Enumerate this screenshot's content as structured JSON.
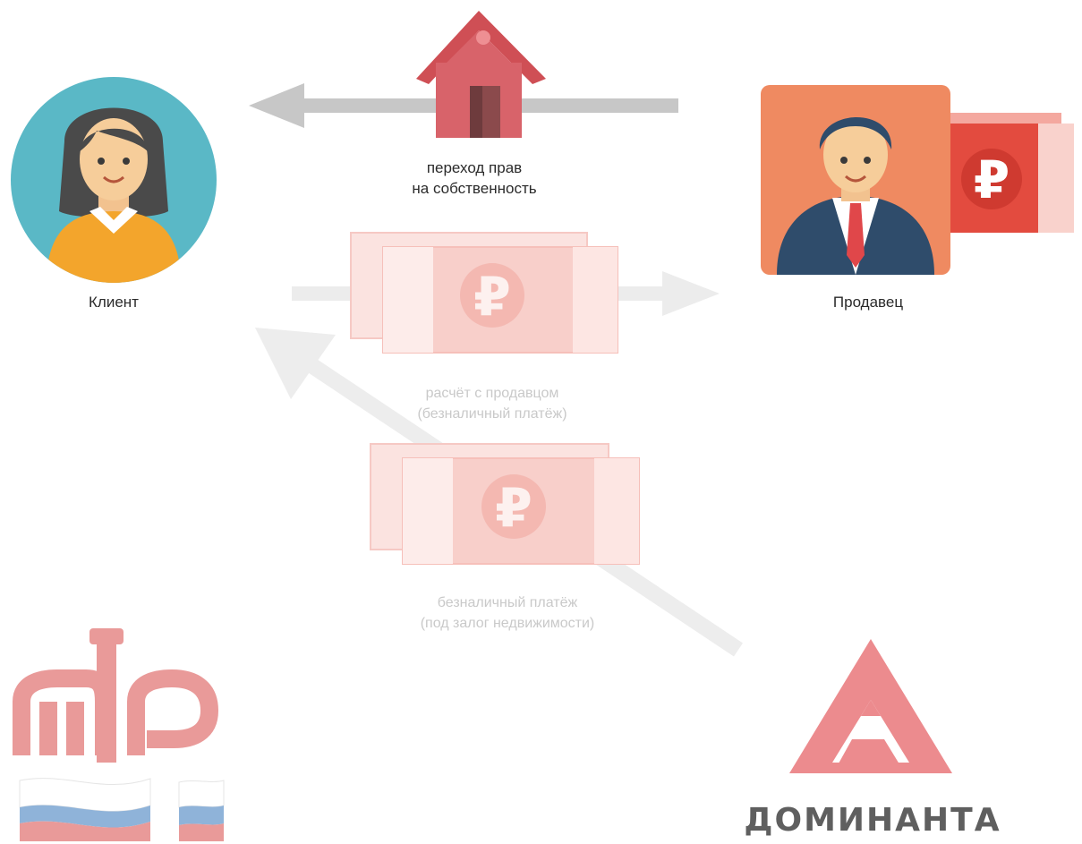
{
  "labels": {
    "client": "Клиент",
    "seller": "Продавец",
    "ownership_transfer_line1": "переход прав",
    "ownership_transfer_line2": "на собственность",
    "payment_to_seller_line1": "расчёт с продавцом",
    "payment_to_seller_line2": "(безналичный платёж)",
    "cashless_payment_line1": "безналичный платёж",
    "cashless_payment_line2": "(под залог недвижимости)"
  },
  "logos": {
    "pfr": "ПФ",
    "dominanta": "ДОМИНАНТА"
  },
  "icons": {
    "client": "woman-avatar-icon",
    "seller": "man-avatar-icon",
    "house": "house-icon",
    "banknote": "ruble-banknote-icon"
  },
  "colors": {
    "client_bg": "#5ab8c6",
    "seller_bg": "#ef8a61",
    "house": "#d65a5f",
    "arrow": "#c8c8c8",
    "ruble_note": "#e34b3f",
    "ruble_note_faded": "#f7c5c0",
    "dominanta": "#ec8b8e"
  }
}
